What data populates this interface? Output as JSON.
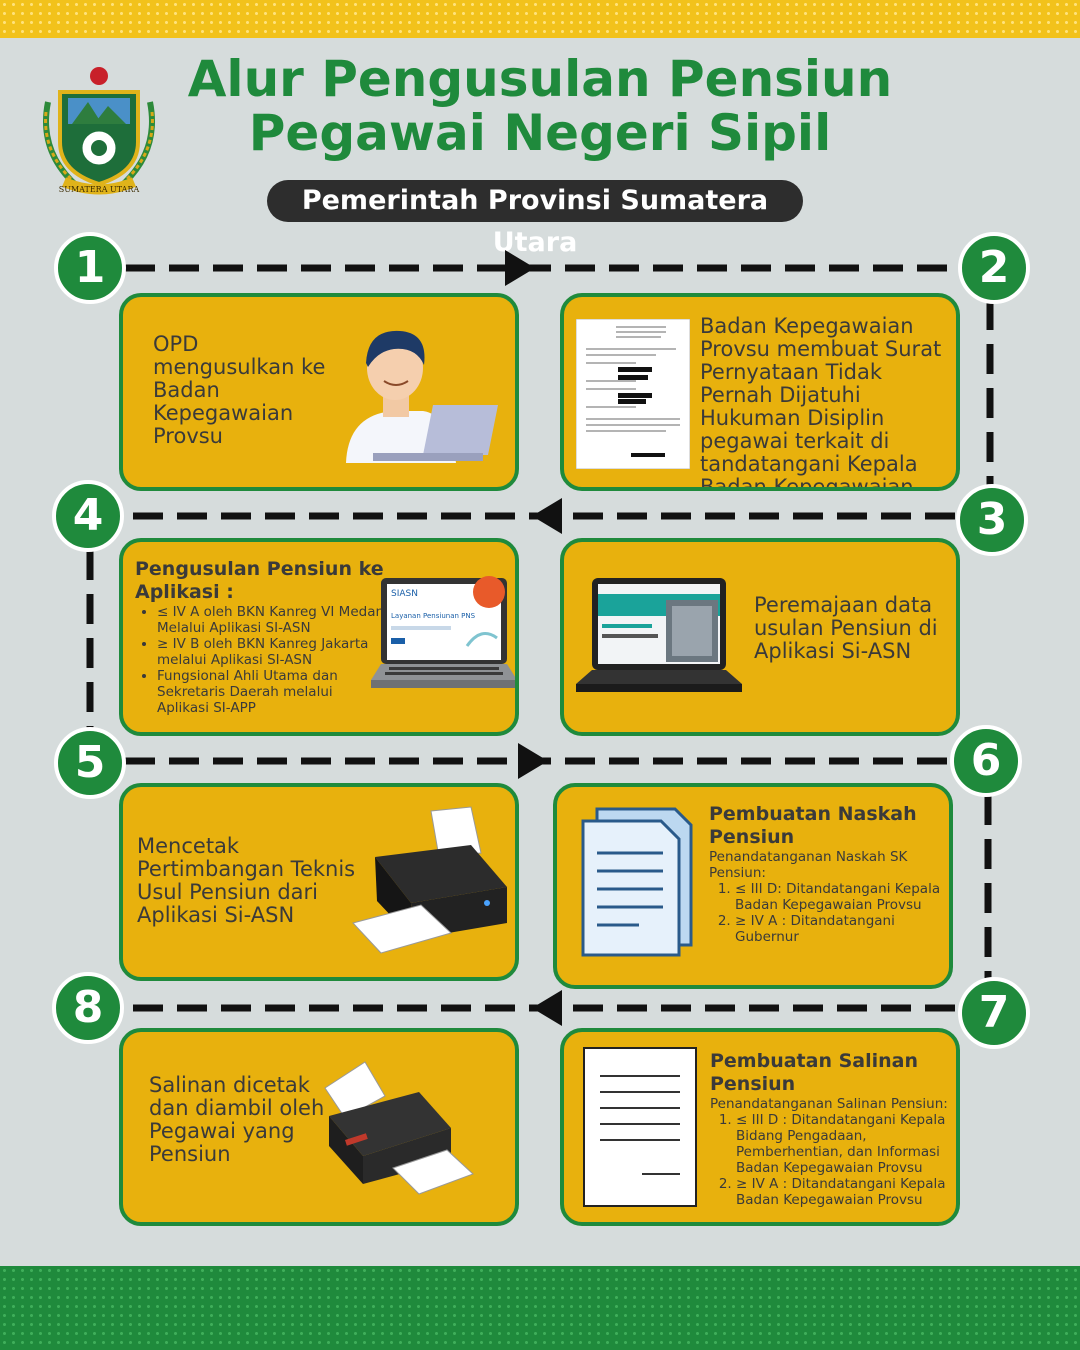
{
  "header": {
    "title_line1": "Alur Pengusulan Pensiun",
    "title_line2": "Pegawai Negeri Sipil",
    "subtitle": "Pemerintah Provinsi Sumatera Utara",
    "logo_text": "SUMATERA UTARA"
  },
  "colors": {
    "green": "#1f8a3c",
    "yellow": "#e8b10d",
    "band_yellow": "#f2c21b",
    "dark": "#2d2d2d",
    "background": "#d6dcdc"
  },
  "steps": [
    {
      "number": "1",
      "text": "OPD mengusulkan ke Badan Kepegawaian Provsu",
      "icon": "person-laptop-icon"
    },
    {
      "number": "2",
      "text": "Badan Kepegawaian Provsu membuat Surat Pernyataan Tidak Pernah Dijatuhi Hukuman Disiplin pegawai terkait di tandatangani Kepala Badan Kepegawaian",
      "icon": "letter-document-icon"
    },
    {
      "number": "3",
      "text": "Peremajaan data usulan Pensiun di Aplikasi Si-ASN",
      "icon": "laptop-website-icon"
    },
    {
      "number": "4",
      "heading": "Pengusulan Pensiun ke Aplikasi :",
      "bullets": [
        "≤ IV A oleh BKN Kanreg VI Medan Melalui Aplikasi SI-ASN",
        "≥ IV B  oleh BKN Kanreg Jakarta melalui Aplikasi SI-ASN",
        "Fungsional Ahli Utama dan Sekretaris Daerah melalui Aplikasi SI-APP"
      ],
      "icon": "laptop-siasn-icon",
      "screen_title": "Layanan Pensiunan PNS",
      "screen_logo": "SIASN"
    },
    {
      "number": "5",
      "text": "Mencetak Pertimbangan Teknis Usul Pensiun dari Aplikasi Si-ASN",
      "icon": "printer-icon"
    },
    {
      "number": "6",
      "heading": "Pembuatan Naskah Pensiun",
      "intro": "Penandatanganan Naskah SK Pensiun:",
      "items": [
        "≤ III D: Ditandatangani Kepala Badan Kepegawaian Provsu",
        "≥ IV A : Ditandatangani Gubernur"
      ],
      "icon": "documents-icon"
    },
    {
      "number": "7",
      "heading": "Pembuatan Salinan Pensiun",
      "intro": "Penandatanganan Salinan Pensiun:",
      "items": [
        "≤ III D  : Ditandatangani Kepala Bidang Pengadaan, Pemberhentian, dan Informasi Badan Kepegawaian Provsu",
        "≥ IV A : Ditandatangani Kepala Badan Kepegawaian Provsu"
      ],
      "icon": "paper-document-icon"
    },
    {
      "number": "8",
      "text": "Salinan dicetak dan diambil oleh Pegawai yang Pensiun",
      "icon": "printer-icon"
    }
  ]
}
